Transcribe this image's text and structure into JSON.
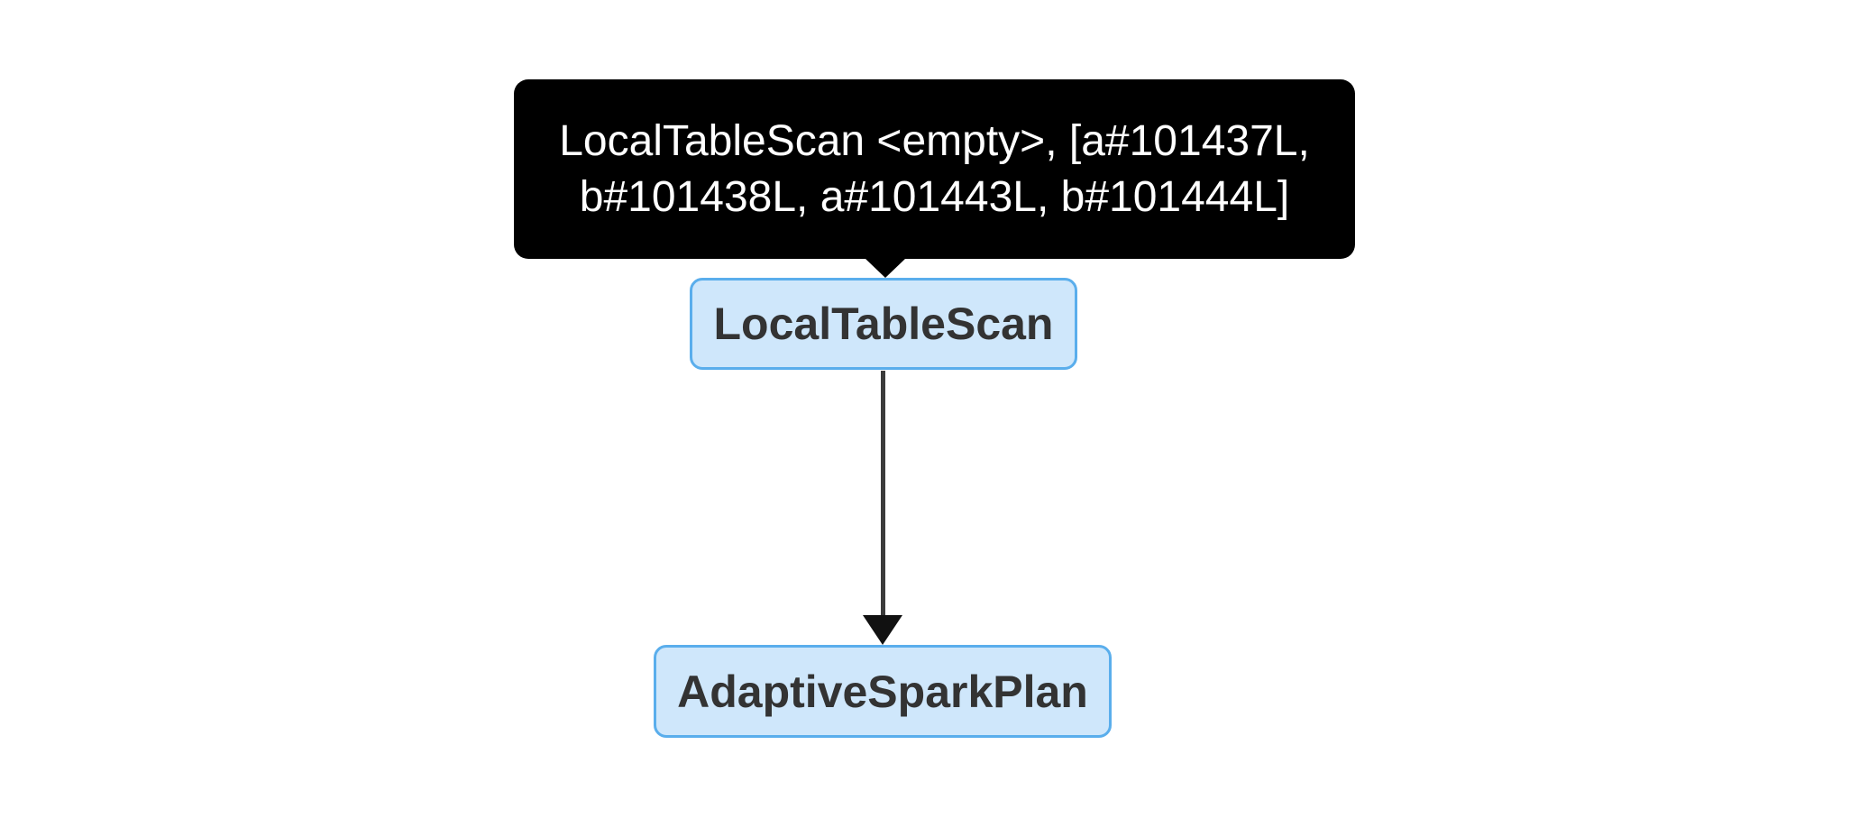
{
  "tooltip": {
    "full_text": "LocalTableScan <empty>, [a#101437L, b#101438L, a#101443L, b#101444L]",
    "lines": [
      "LocalTableScan <empty>, [a#101437L,",
      "b#101438L, a#101443L, b#101444L]"
    ]
  },
  "graph": {
    "nodes": [
      {
        "label": "LocalTableScan"
      },
      {
        "label": "AdaptiveSparkPlan"
      }
    ],
    "edges": [
      {
        "from": "LocalTableScan",
        "to": "AdaptiveSparkPlan"
      }
    ]
  },
  "colors": {
    "canvas-bg": "#ffffff",
    "tooltip-bg": "#000000",
    "tooltip-text": "#ffffff",
    "node-fill": "#cfe7fb",
    "node-border": "#5aaeec",
    "node-text": "#333333",
    "edge-line": "#3b3b3b",
    "arrowhead": "#111111"
  }
}
